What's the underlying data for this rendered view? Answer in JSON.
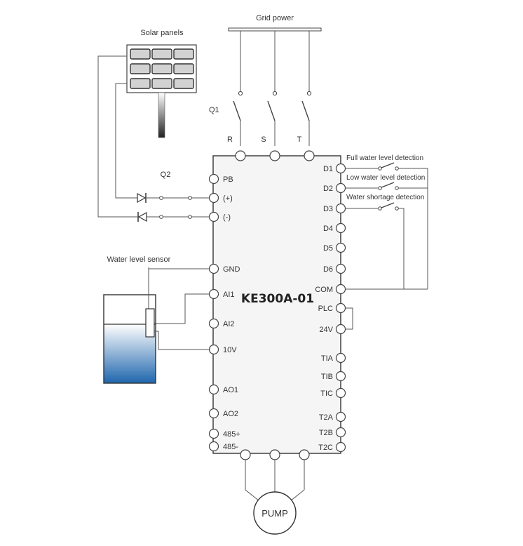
{
  "grid": {
    "title": "Grid power",
    "q1": "Q1",
    "phases": [
      "R",
      "S",
      "T"
    ]
  },
  "solar": {
    "title": "Solar panels",
    "q2": "Q2"
  },
  "sensor": {
    "title": "Water level sensor"
  },
  "inverter": {
    "model": "KE300A-01",
    "left_terminals": [
      "PB",
      "(+)",
      "(-)",
      "GND",
      "AI1",
      "AI2",
      "10V",
      "AO1",
      "AO2",
      "485+",
      "485-"
    ],
    "right_terminals": [
      "D1",
      "D2",
      "D3",
      "D4",
      "D5",
      "D6",
      "COM",
      "PLC",
      "24V",
      "TIA",
      "TIB",
      "TIC",
      "T2A",
      "T2B",
      "T2C"
    ]
  },
  "switches": {
    "full": "Full water level detection",
    "low": "Low water level detection",
    "shortage": "Water shortage detection"
  },
  "pump": {
    "label": "PUMP"
  },
  "colors": {
    "box_fill": "#f5f5f5",
    "water_top": "#ffffff",
    "water_bottom": "#2a6fb0",
    "panel_cell": "#cfcfcf"
  }
}
